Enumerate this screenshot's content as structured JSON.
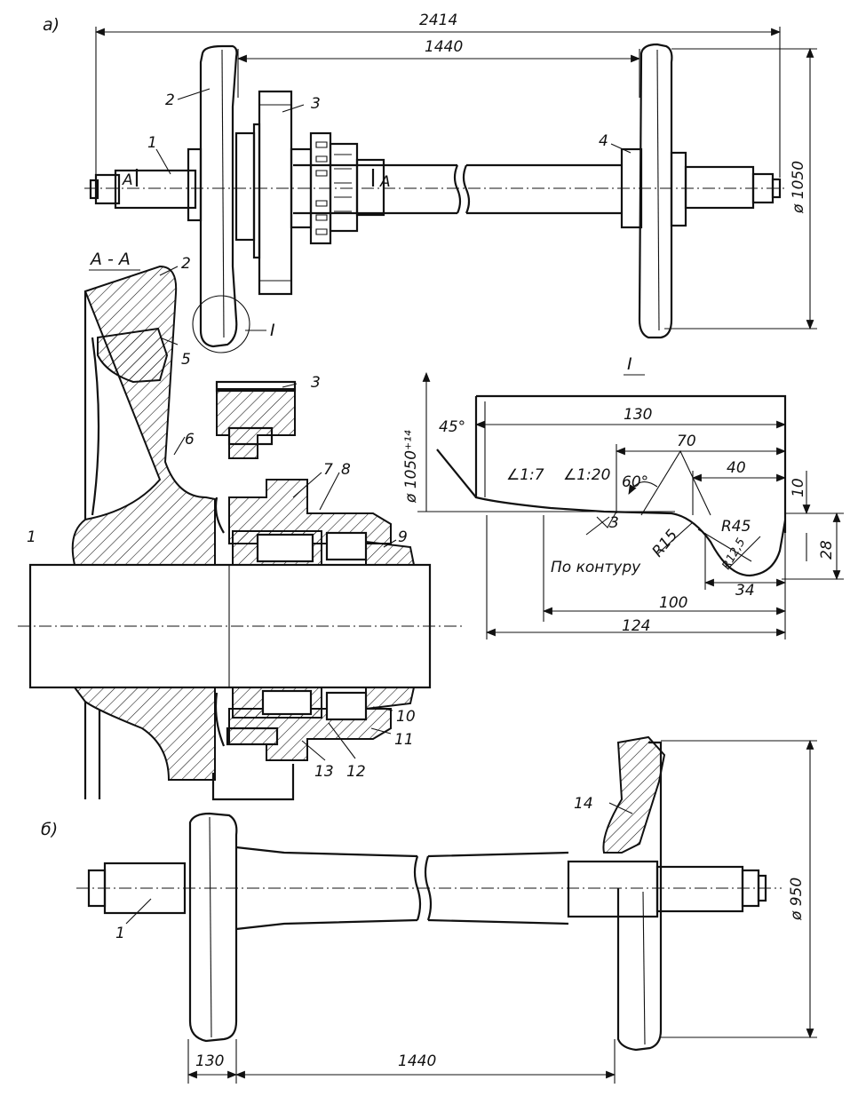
{
  "view_labels": {
    "a": "а)",
    "b": "б)",
    "section": "А - А",
    "detail": "I",
    "section_arrow": "А"
  },
  "dimensions": {
    "overall_length": "2414",
    "gauge_top": "1440",
    "wheel_dia_top": "ø 1050",
    "detail_dia": "ø 1050⁺¹⁴",
    "detail_width": "130",
    "detail_70": "70",
    "detail_40": "40",
    "detail_10": "10",
    "detail_28": "28",
    "detail_100": "100",
    "detail_124": "124",
    "detail_34": "34",
    "angle_45": "45°",
    "angle_60": "60°",
    "taper_1_7": "∠1:7",
    "taper_1_20": "∠1:20",
    "radius_r45": "R45",
    "radius_r15": "R15",
    "radius_r12_5": "R12,5",
    "roughness": "3",
    "contour_note": "По контуру",
    "bottom_width": "130",
    "bottom_gauge": "1440",
    "wheel_dia_bottom": "ø 950"
  },
  "callouts": {
    "n1": "1",
    "n2": "2",
    "n3": "3",
    "n4": "4",
    "n5": "5",
    "n6": "6",
    "n7": "7",
    "n8": "8",
    "n9": "9",
    "n10": "10",
    "n11": "11",
    "n12": "12",
    "n13": "13",
    "n14": "14"
  }
}
